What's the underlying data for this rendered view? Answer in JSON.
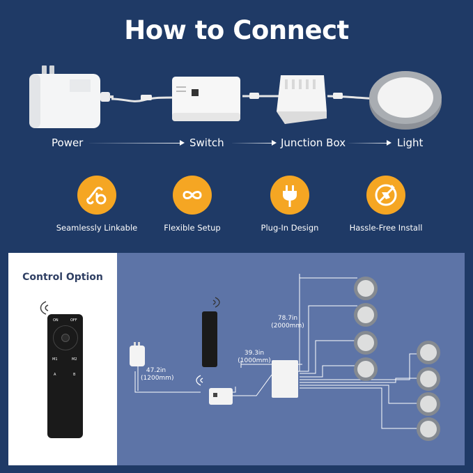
{
  "title": "How to Connect",
  "flow": {
    "power": "Power",
    "switch": "Switch",
    "junction_box": "Junction Box",
    "light": "Light"
  },
  "features": [
    {
      "label": "Seamlessly Linkable",
      "icon": "link-icon"
    },
    {
      "label": "Flexible Setup",
      "icon": "infinity-icon"
    },
    {
      "label": "Plug-In Design",
      "icon": "plug-icon"
    },
    {
      "label": "Hassle-Free Install",
      "icon": "no-drill-icon"
    }
  ],
  "control_option": {
    "title": "Control Option",
    "remote_buttons": {
      "on": "ON",
      "off": "OFF",
      "m1": "M1",
      "m2": "M2",
      "a": "A",
      "b": "B"
    }
  },
  "diagram": {
    "dim_adapter": "47.2in",
    "dim_adapter_mm": "(1200mm)",
    "dim_switch": "39.3in",
    "dim_switch_mm": "(1000mm)",
    "dim_light": "78.7in",
    "dim_light_mm": "(2000mm)"
  },
  "colors": {
    "background": "#1f3a66",
    "accent": "#f5a623",
    "diagram_panel": "#5d74a7",
    "control_title": "#2f3f63"
  }
}
